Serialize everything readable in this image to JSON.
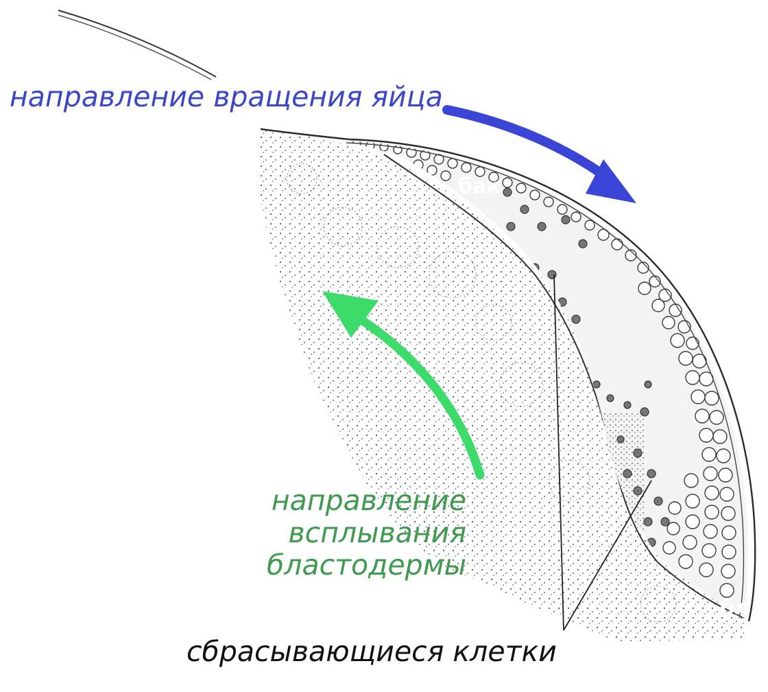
{
  "labels": {
    "egg_rotation": "направление вращения яйца",
    "blastoderm_float": [
      "направление",
      "всплывания",
      "бластодермы"
    ],
    "shedding_cells": "сбрасывающиеся клетки",
    "marker_top": "бак",
    "marker_right": "бл"
  },
  "colors": {
    "rotation_arrow": "#3a44d6",
    "float_arrow": "#3ddc6a",
    "rotation_text": "#3b46c8",
    "float_text": "#3d9a4e",
    "ink": "#2a2a2a"
  }
}
